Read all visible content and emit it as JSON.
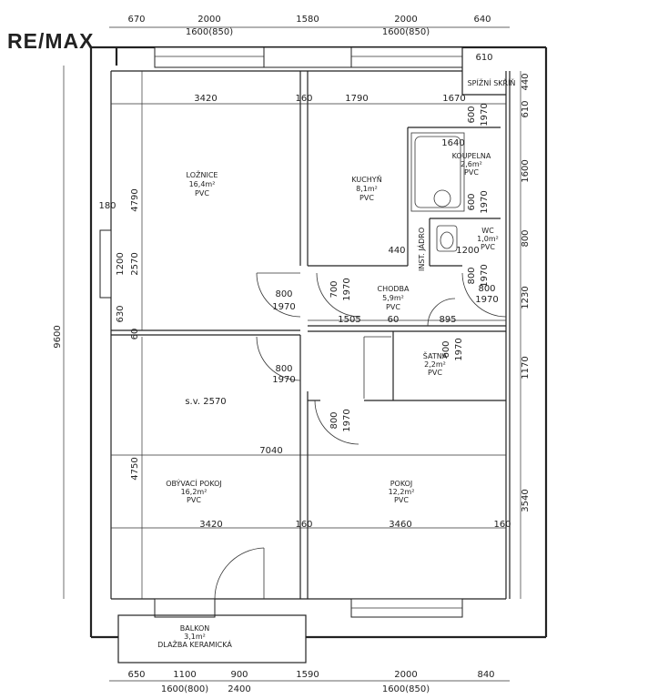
{
  "brand": {
    "logo": "RE/MAX"
  },
  "rooms": {
    "loznice": {
      "name": "LOŽNICE",
      "area": "16,4m²",
      "floor": "PVC"
    },
    "kuchyn": {
      "name": "KUCHYŇ",
      "area": "8,1m²",
      "floor": "PVC"
    },
    "koupelna": {
      "name": "KOUPELNA",
      "area": "2,6m²",
      "floor": "PVC"
    },
    "wc": {
      "name": "WC",
      "area": "1,0m²",
      "floor": "PVC"
    },
    "chodba": {
      "name": "CHODBA",
      "area": "5,9m²",
      "floor": "PVC"
    },
    "satna": {
      "name": "ŠATNA",
      "area": "2,2m²",
      "floor": "PVC"
    },
    "obyvaci": {
      "name": "OBÝVACÍ POKOJ",
      "area": "16,2m²",
      "floor": "PVC"
    },
    "pokoj": {
      "name": "POKOJ",
      "area": "12,2m²",
      "floor": "PVC"
    },
    "balkon": {
      "name": "BALKON",
      "area": "3,1m²",
      "floor": "DLAŽBA KERAMICKÁ"
    },
    "spizni": {
      "name": "SPÍŽNÍ SKŘÍŇ"
    },
    "jadro": {
      "name": "INST. JÁDRO"
    }
  },
  "dims": {
    "top": [
      "670",
      "2000",
      "1600(850)",
      "1580",
      "2000",
      "1600(850)",
      "640",
      "610"
    ],
    "bottom": [
      "650",
      "1100",
      "1600(800)",
      "900",
      "2400",
      "1590",
      "2000",
      "1600(850)",
      "840"
    ],
    "left_total": "9600",
    "left": [
      "4790",
      "180",
      "1200",
      "2570",
      "630",
      "60",
      "4750"
    ],
    "right": [
      "440",
      "610",
      "1600",
      "800",
      "1230",
      "1170",
      "3540"
    ],
    "interior": [
      "3420",
      "160",
      "1790",
      "1670",
      "1640",
      "1200",
      "440",
      "1505",
      "60",
      "895",
      "7040",
      "3420",
      "160",
      "3460",
      "160",
      "s.v. 2570"
    ],
    "doors": [
      "600",
      "1970",
      "600",
      "1970",
      "700",
      "1970",
      "800",
      "1970",
      "800",
      "1970",
      "800",
      "1970",
      "600",
      "1970",
      "800",
      "1970",
      "800",
      "1970"
    ]
  }
}
